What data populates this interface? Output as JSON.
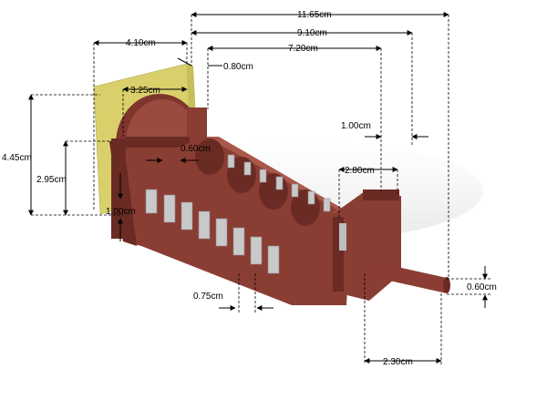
{
  "figure": {
    "labels": {
      "overall_length": "11.65cm",
      "mid_length": "9.10cm",
      "body_length": "7.20cm",
      "pcb_width": "4.10cm",
      "front_offset": "0.80cm",
      "knob_width": "3.25cm",
      "height_total": "4.45cm",
      "height_inner": "2.95cm",
      "pin_gap_top": "0.60cm",
      "bottom_offset": "1.00cm",
      "bracket_offset": "1.00cm",
      "bracket_width": "2.80cm",
      "pin_pitch": "0.75cm",
      "shaft_length": "2.30cm",
      "shaft_dia": "0.60cm"
    },
    "colors": {
      "body": "#8a3d33",
      "body_dark": "#6a2b24",
      "pins": "#c9c9c9",
      "pcb": "#d9d06b",
      "dimension_lines": "#000000"
    }
  }
}
